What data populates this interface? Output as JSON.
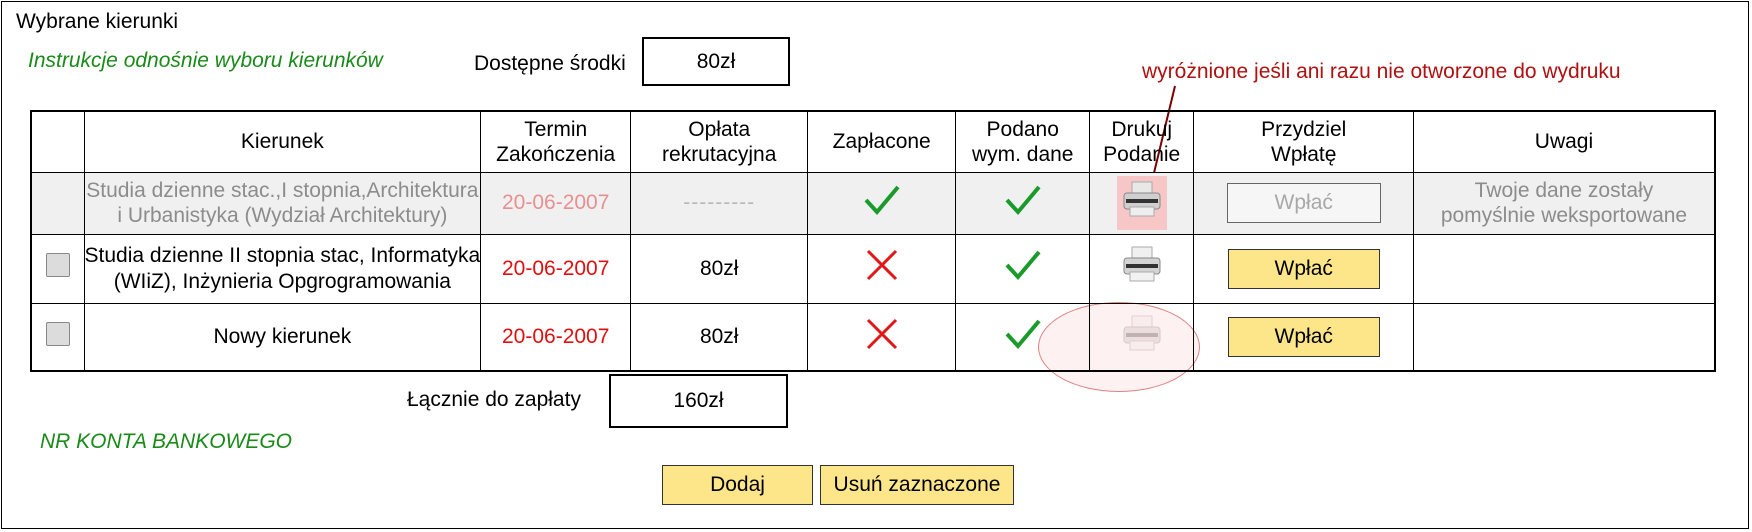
{
  "title": "Wybrane kierunki",
  "instructions_link": "Instrukcje odnośnie wyboru kierunków",
  "funds": {
    "label": "Dostępne środki",
    "value": "80zł"
  },
  "annotation": "wyróżnione jeśli ani razu nie otworzone do wydruku",
  "table": {
    "headers": {
      "kierunek": "Kierunek",
      "termin": [
        "Termin",
        "Zakończenia"
      ],
      "oplata": [
        "Opłata",
        "rekrutacyjna"
      ],
      "zaplacone": "Zapłacone",
      "podano": [
        "Podano",
        "wym. dane"
      ],
      "drukuj": [
        "Drukuj",
        "Podanie"
      ],
      "przydziel": [
        "Przydziel",
        "Wpłatę"
      ],
      "uwagi": "Uwagi"
    },
    "rows": [
      {
        "kierunek": [
          "Studia dzienne stac.,I stopnia,Architektura",
          "i Urbanistyka (Wydział Architektury)"
        ],
        "termin": "20-06-2007",
        "oplata": "---------",
        "button": "Wpłać",
        "uwagi": [
          "Twoje dane zostały",
          "pomyślnie weksportowane"
        ]
      },
      {
        "kierunek": [
          "Studia dzienne II stopnia stac, Informatyka",
          "(WIiZ), Inżynieria Opgrogramowania"
        ],
        "termin": "20-06-2007",
        "oplata": "80zł",
        "button": "Wpłać",
        "uwagi": [
          "",
          ""
        ]
      },
      {
        "kierunek": [
          "Nowy kierunek",
          ""
        ],
        "termin": "20-06-2007",
        "oplata": "80zł",
        "button": "Wpłać",
        "uwagi": [
          "",
          ""
        ]
      }
    ]
  },
  "total": {
    "label": "Łącznie do zapłaty",
    "value": "160zł"
  },
  "bank_account": "NR KONTA BANKOWEGO",
  "buttons": {
    "add": "Dodaj",
    "remove_selected": "Usuń zaznaczone"
  },
  "icons": {
    "paid_yes": "check-icon",
    "paid_no": "cross-icon",
    "print": "printer-icon"
  },
  "colors": {
    "check": "#1a9a2a",
    "cross": "#e01818",
    "button_bg": "#fde68a",
    "link_green": "#1a8a1a",
    "annotation": "#b01010"
  }
}
